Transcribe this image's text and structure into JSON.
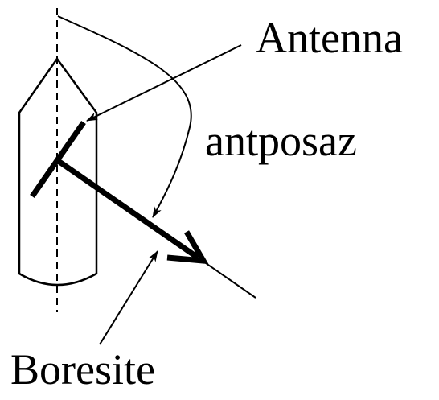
{
  "labels": {
    "antenna": "Antenna",
    "rotation_angle": "antposaz",
    "boresite": "Boresite"
  },
  "colors": {
    "ink": "#000000",
    "background": "#ffffff"
  }
}
